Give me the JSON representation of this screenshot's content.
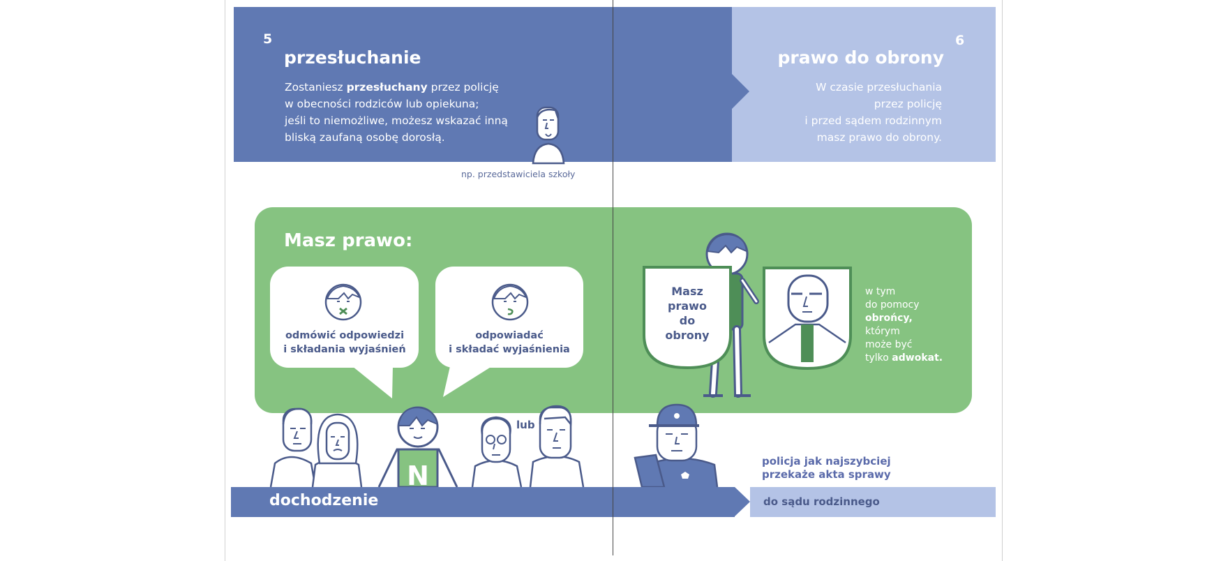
{
  "page_left": {
    "number": "5",
    "title": "przesłuchanie",
    "text_lines": [
      {
        "pre": "Zostaniesz ",
        "bold": "przesłuchany",
        "post": " przez policję"
      },
      {
        "pre": "w obecności rodziców lub opiekuna;",
        "bold": "",
        "post": ""
      },
      {
        "pre": "jeśli to niemożliwe, możesz wskazać inną",
        "bold": "",
        "post": ""
      },
      {
        "pre": "bliską zaufaną osobę dorosłą.",
        "bold": "",
        "post": ""
      }
    ],
    "caption": "np. przedstawiciela szkoły"
  },
  "page_right": {
    "number": "6",
    "title": "prawo do obrony",
    "text_lines": [
      "W czasie przesłuchania",
      "przez policję",
      "i przed sądem rodzinnym",
      "masz prawo do obrony."
    ]
  },
  "rights": {
    "title": "Masz prawo:",
    "option1": [
      "odmówić odpowiedzi",
      "i składania wyjaśnień"
    ],
    "option2": [
      "odpowiadać",
      "i składać wyjaśnienia"
    ],
    "shield": [
      "Masz",
      "prawo",
      "do",
      "obrony"
    ],
    "side": {
      "line1": "w tym",
      "line2": "do pomocy",
      "line3": "obrońcy,",
      "line4": "którym",
      "line5": "może być",
      "line6_pre": "tylko ",
      "line6_bold": "adwokat."
    },
    "lub": "lub"
  },
  "bottom": {
    "left_label": "dochodzenie",
    "right_label": "do sądu rodzinnego",
    "police_lines": [
      "policja  jak najszybciej",
      "przekaże akta sprawy"
    ]
  },
  "colors": {
    "blue": "#6079b3",
    "light_blue": "#b4c3e6",
    "green": "#86c381",
    "dark_green": "#4e8e57",
    "ink": "#4a5a8a"
  }
}
